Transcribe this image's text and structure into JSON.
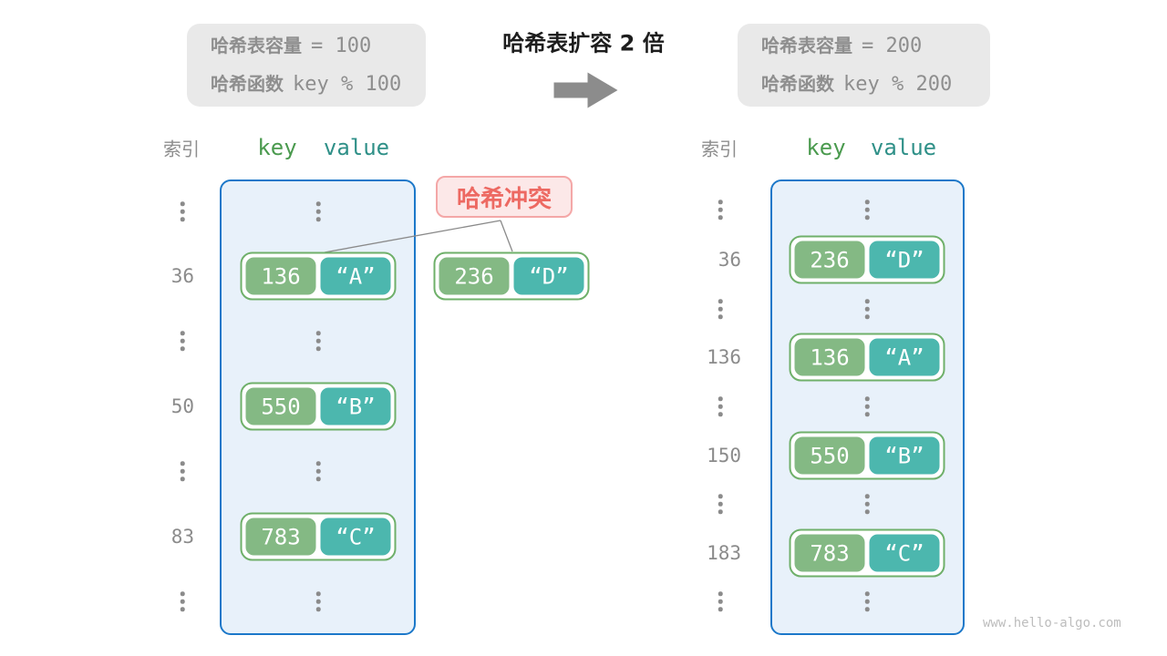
{
  "info_left": {
    "line1_label": "哈希表容量",
    "line1_code": "= 100",
    "line2_label": "哈希函数",
    "line2_code": "key % 100"
  },
  "transition": {
    "title": "哈希表扩容 2 倍",
    "arrow_icon": "right-arrow"
  },
  "info_right": {
    "line1_label": "哈希表容量",
    "line1_code": "= 200",
    "line2_label": "哈希函数",
    "line2_code": "key % 200"
  },
  "collision": {
    "label": "哈希冲突",
    "pair": {
      "key": "236",
      "value": "“D”"
    }
  },
  "left_table": {
    "headers": {
      "index": "索引",
      "key": "key",
      "value": "value"
    },
    "capacity": "100",
    "rows": [
      {
        "kind": "ellipsis"
      },
      {
        "kind": "entry",
        "index": "36",
        "key": "136",
        "value": "“A”"
      },
      {
        "kind": "ellipsis"
      },
      {
        "kind": "entry",
        "index": "50",
        "key": "550",
        "value": "“B”"
      },
      {
        "kind": "ellipsis"
      },
      {
        "kind": "entry",
        "index": "83",
        "key": "783",
        "value": "“C”"
      },
      {
        "kind": "ellipsis"
      }
    ]
  },
  "right_table": {
    "headers": {
      "index": "索引",
      "key": "key",
      "value": "value"
    },
    "capacity": "200",
    "rows": [
      {
        "kind": "ellipsis"
      },
      {
        "kind": "entry",
        "index": "36",
        "key": "236",
        "value": "“D”"
      },
      {
        "kind": "ellipsis"
      },
      {
        "kind": "entry",
        "index": "136",
        "key": "136",
        "value": "“A”"
      },
      {
        "kind": "ellipsis"
      },
      {
        "kind": "entry",
        "index": "150",
        "key": "550",
        "value": "“B”"
      },
      {
        "kind": "ellipsis"
      },
      {
        "kind": "entry",
        "index": "183",
        "key": "783",
        "value": "“C”"
      },
      {
        "kind": "ellipsis"
      }
    ]
  },
  "watermark": "www.hello-algo.com",
  "colors": {
    "accent_blue": "#1c78c9",
    "container_bg": "#e8f1fa",
    "key_green": "#84b984",
    "value_teal": "#4cb7ae",
    "pair_border": "#6fb06a",
    "header_key": "#4a9a4e",
    "header_value": "#2f9088",
    "collision_text": "#ed6962",
    "collision_bg": "#fce8e8",
    "collision_border": "#f4a7a7",
    "info_bg": "#e9e9e9",
    "muted_text": "#8e8e8e",
    "title_text": "#1d1d1d",
    "arrow_gray": "#8c8c8c",
    "line_gray": "#8a8a8a",
    "watermark": "#bdbdbd"
  }
}
